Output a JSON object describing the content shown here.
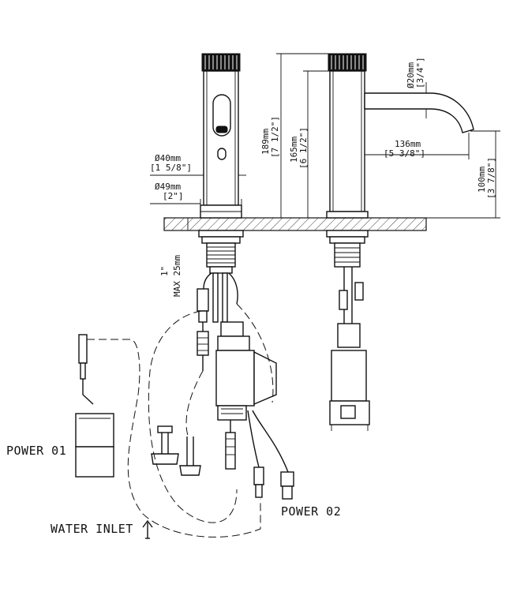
{
  "labels": {
    "power_01": "POWER 01",
    "power_02": "POWER 02",
    "water_inlet": "WATER INLET"
  },
  "dimensions": {
    "outer_diameter_mm": "Ø40mm",
    "outer_diameter_in": "[1 5/8\"]",
    "base_diameter_mm": "Ø49mm",
    "base_diameter_in": "[2\"]",
    "deck_max_mm": "MAX 25mm",
    "deck_max_in": "1\"",
    "total_height_mm": "189mm",
    "total_height_in": "[7 1/2\"]",
    "body_height_mm": "165mm",
    "body_height_in": "[6 1/2\"]",
    "spout_reach_mm": "136mm",
    "spout_reach_in": "[5 3/8\"]",
    "spout_diameter_mm": "Ø20mm",
    "spout_diameter_in": "[3/4\"]",
    "spout_height_mm": "100mm",
    "spout_height_in": "[3 7/8\"]"
  }
}
